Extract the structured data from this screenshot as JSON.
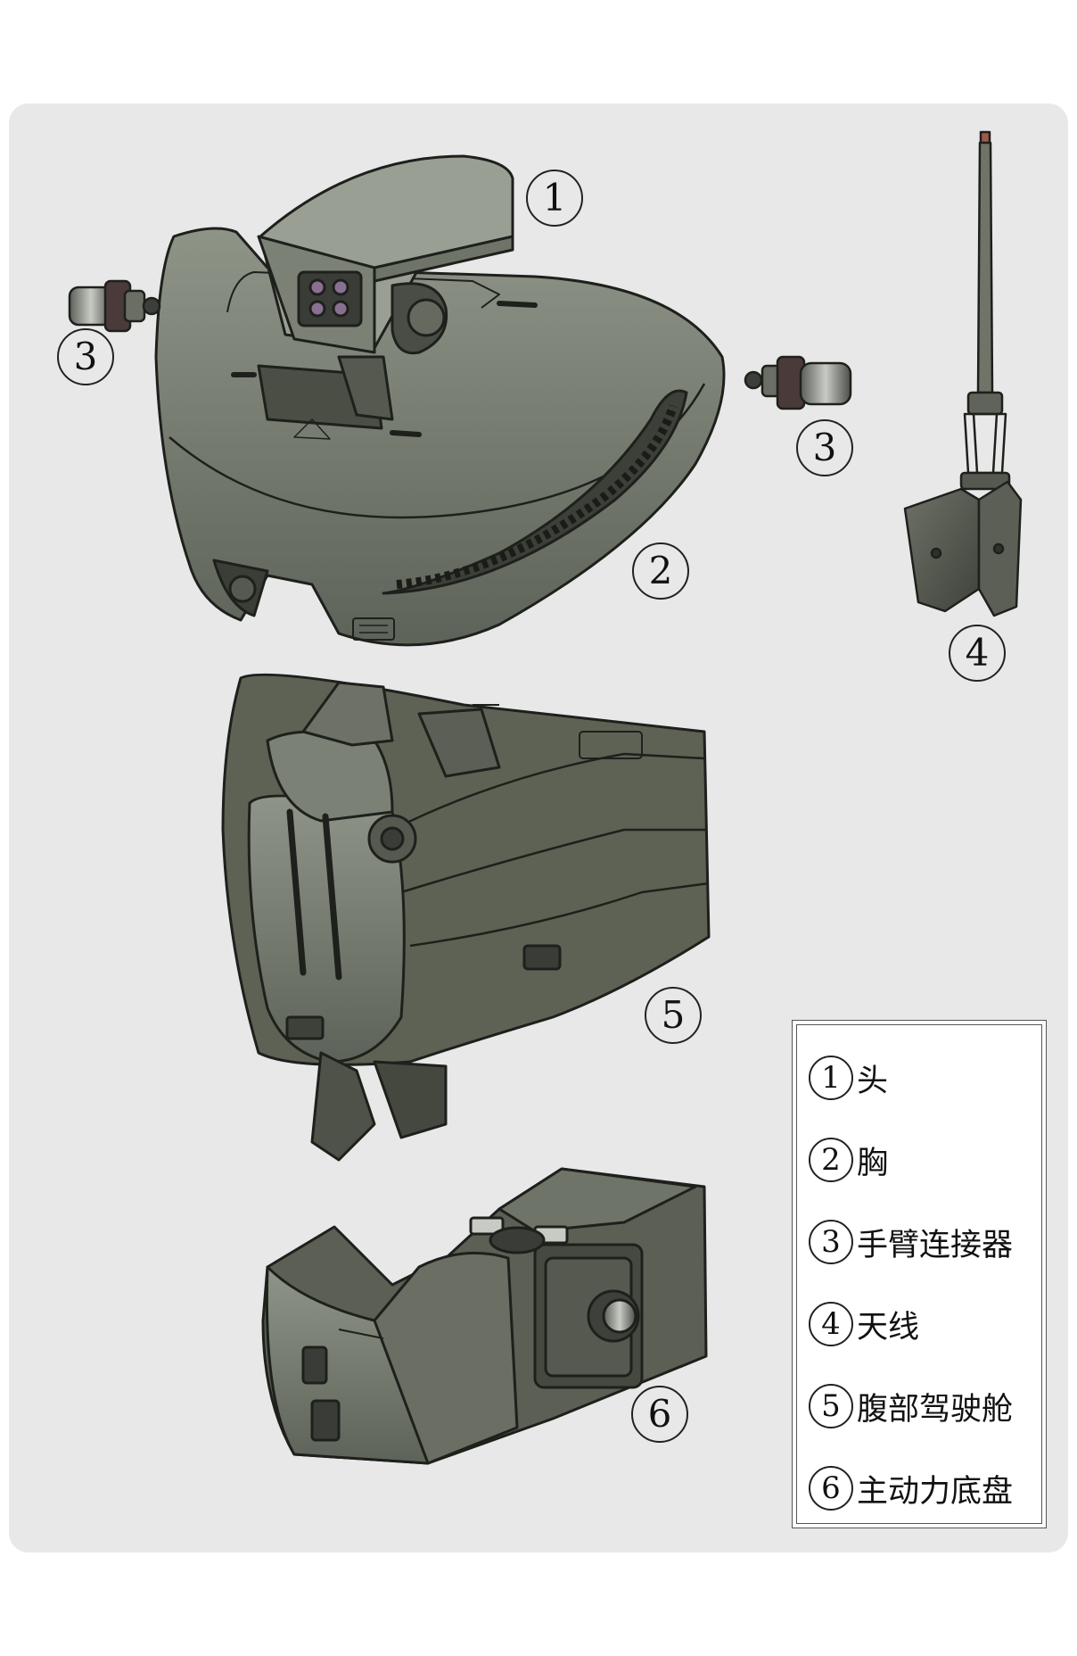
{
  "parts": [
    {
      "num": "1",
      "label": "头"
    },
    {
      "num": "2",
      "label": "胸"
    },
    {
      "num": "3",
      "label": "手臂连接器"
    },
    {
      "num": "4",
      "label": "天线"
    },
    {
      "num": "5",
      "label": "腹部驾驶舱"
    },
    {
      "num": "6",
      "label": "主动力底盘"
    }
  ],
  "colors": {
    "panel_background": "#e8e8e8",
    "armor": "#6e7466",
    "armor_light": "#8e9487",
    "armor_dark": "#4e544a",
    "outline": "#1e201c"
  }
}
